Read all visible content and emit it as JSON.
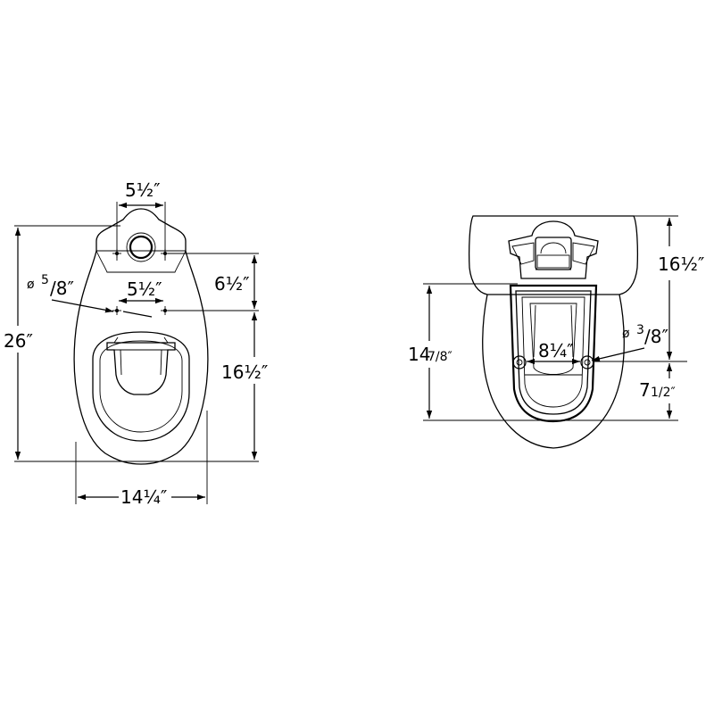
{
  "front_view": {
    "overall_height": "26″",
    "tank_hole_spacing": "5½″",
    "bolt_hole_diameter_symbol": "ø",
    "bolt_hole_diameter_num": "5",
    "bolt_hole_diameter_den": "/8″",
    "floor_bolt_spacing": "5½″",
    "tank_to_bolt_height": "6½″",
    "bowl_height": "16½″",
    "overall_width": "14¼″"
  },
  "side_view": {
    "tank_height": "16½″",
    "bowl_depth_whole": "14",
    "bowl_depth_frac": "7/8″",
    "hole_diameter_symbol": "ø",
    "hole_diameter_num": "3",
    "hole_diameter_den": "/8″",
    "bolt_spacing": "8¼″",
    "bolt_to_front_whole": "7",
    "bolt_to_front_frac": "1/2″"
  }
}
